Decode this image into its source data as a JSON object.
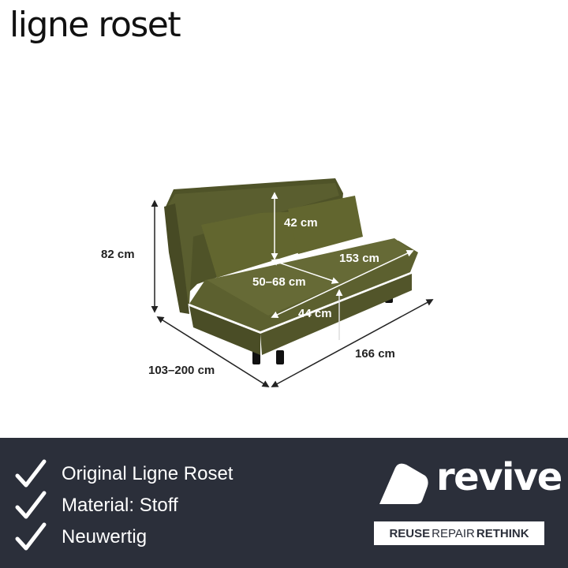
{
  "brand": {
    "name": "ligne roset"
  },
  "dimensions": {
    "height": "82 cm",
    "depth": "103–200 cm",
    "width": "166 cm",
    "backrest": "42 cm",
    "seat_width": "153 cm",
    "seat_depth": "50–68 cm",
    "seat_height": "44 cm"
  },
  "features": [
    {
      "label": "Original Ligne Roset"
    },
    {
      "label": "Material: Stoff"
    },
    {
      "label": "Neuwertig"
    }
  ],
  "logo": {
    "name": "revive",
    "tagline": {
      "part1": "REUSE",
      "part2": "REPAIR",
      "part3": "RETHINK"
    }
  },
  "colors": {
    "footer_bg": "#2b2f3a",
    "sofa": "#5a5e2f",
    "accent_white": "#ffffff"
  }
}
